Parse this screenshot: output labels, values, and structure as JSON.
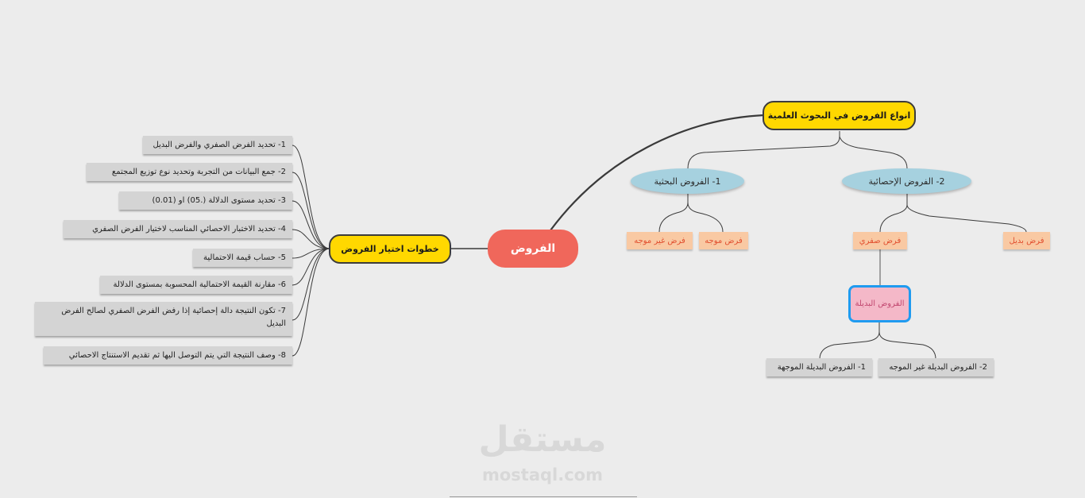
{
  "root": {
    "label": "الفروض"
  },
  "right_branch": {
    "title": "انواع الفروض في البحوث العلمية",
    "research": {
      "label": "1- الفروض البحثية",
      "children": [
        "فرض موجه",
        "فرض غير موجه"
      ]
    },
    "statistical": {
      "label": "2- الفروض الإحصائية",
      "children": [
        "فرض بديل",
        "فرض صفري"
      ]
    },
    "alternative": {
      "label": "الفروض البديلة",
      "children": [
        "2- الفروض البديلة غير الموجه",
        "1-  الفروض البديلة الموجهة"
      ]
    }
  },
  "left_branch": {
    "title": "خطوات اختيار الفروض",
    "steps": [
      "1- تحديد الفرض الصفري والفرض البديل",
      "2- جمع البيانات من التجربة وتحديد نوع توزيع المجتمع",
      "3- تحديد مستوى الدلالة (.05) او (0.01)",
      "4- تحديد الاختبار الاحصائي المناسب لاختيار الفرض الصفري",
      "5- حساب قيمة الاحتمالية",
      "6- مقارنة القيمة الاحتمالية المحسوبة بمستوى الدلالة",
      "7- تكون النتيجة دالة إحصائية إذا رفض الفرض الصفري لصالح الفرض البديل",
      "8- وصف النتيجة التي يتم التوصل اليها ثم تقديم الاستنتاج الاحصائي"
    ]
  },
  "watermark": {
    "arabic": "مستقل",
    "latin": "mostaql.com"
  },
  "colors": {
    "background": "#ececec",
    "root": "#f0675b",
    "yellow": "#ffd800",
    "ellipse": "#a6d1df",
    "orange_box": "#f9c9a3",
    "orange_text": "#e14f2f",
    "pink_box": "#f4b8c8",
    "selection": "#1f9bf0",
    "gray_box": "#d4d4d4"
  }
}
